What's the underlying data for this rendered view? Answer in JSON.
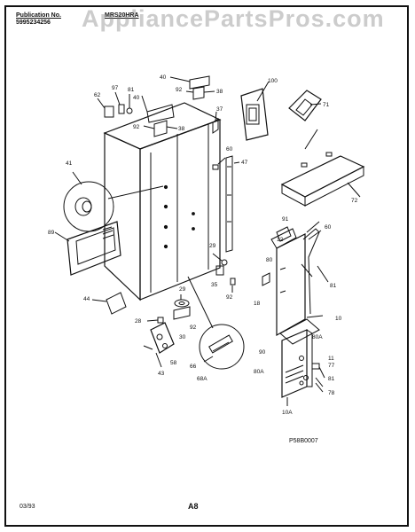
{
  "header": {
    "publication_label": "Publication No.",
    "publication_number": "5995234256",
    "model": "MRS20HRA",
    "watermark": "AppliancePartsPros.com"
  },
  "callouts": [
    "40",
    "92",
    "38",
    "97",
    "81",
    "40",
    "62",
    "92",
    "38",
    "37",
    "100",
    "71",
    "41",
    "60",
    "47",
    "72",
    "91",
    "12",
    "60",
    "80",
    "89",
    "29",
    "35",
    "92",
    "81",
    "44",
    "29",
    "18",
    "28",
    "92",
    "30",
    "10",
    "90",
    "80A",
    "58",
    "11",
    "77",
    "66",
    "68A",
    "80A",
    "81",
    "43",
    "78",
    "10A"
  ],
  "figure_code": "P58B0007",
  "footer": {
    "date": "03/93",
    "page": "A8"
  }
}
